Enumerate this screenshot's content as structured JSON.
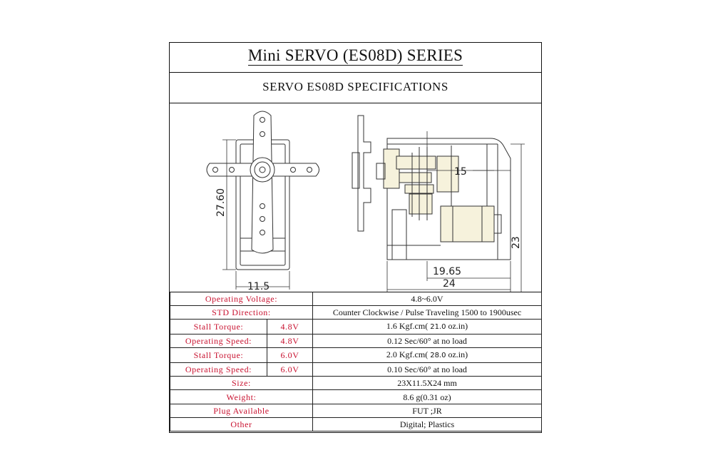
{
  "title": "Mini SERVO (ES08D) SERIES",
  "subtitle": "SERVO ES08D  SPECIFICATIONS",
  "drawing": {
    "dims": {
      "height_front": "27.60",
      "width_front": "11.5",
      "gear_offset": "15",
      "height_side": "23",
      "body_length": "19.65",
      "total_length": "24"
    }
  },
  "specs": [
    {
      "label": "Operating Voltage:",
      "voltage": "",
      "value": "4.8~6.0V"
    },
    {
      "label": "STD  Direction:",
      "voltage": "",
      "value": "Counter Clockwise / Pulse Traveling 1500 to 1900usec"
    },
    {
      "label": "Stall  Torque:",
      "voltage": "4.8V",
      "value_pre": "1.6 Kgf.cm( ",
      "value_mid": "21.0",
      "value_post": " oz.in)"
    },
    {
      "label": "Operating Speed:",
      "voltage": "4.8V",
      "value": "0.12 Sec/60° at no load"
    },
    {
      "label": "Stall  Torque:",
      "voltage": "6.0V",
      "value_pre": "2.0 Kgf.cm( ",
      "value_mid": "28.0",
      "value_post": " oz.in)"
    },
    {
      "label": "Operating Speed:",
      "voltage": "6.0V",
      "value": "0.10 Sec/60° at no load"
    },
    {
      "label": "Size:",
      "voltage": "",
      "value": "23X11.5X24 mm"
    },
    {
      "label": "Weight:",
      "voltage": "",
      "value": "8.6 g(0.31 oz)"
    },
    {
      "label": "Plug  Available",
      "voltage": "",
      "value": "FUT ;JR"
    },
    {
      "label": "Other",
      "voltage": "",
      "value": "Digital; Plastics"
    }
  ],
  "colors": {
    "label": "#c8102e",
    "text": "#111111",
    "line": "#111111"
  }
}
